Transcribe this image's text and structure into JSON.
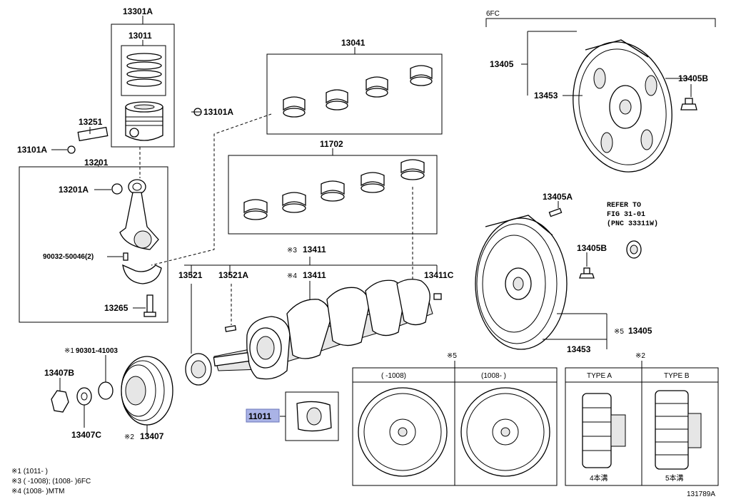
{
  "labels": {
    "l13301A": "13301A",
    "l13011": "13011",
    "l13101A_r": "13101A",
    "l13251": "13251",
    "l13101A_l": "13101A",
    "l13201": "13201",
    "l13201A": "13201A",
    "l90032": "90032-50046(2)",
    "l13265": "13265",
    "l13041": "13041",
    "l11702": "11702",
    "l13411_3": "13411",
    "l13411_4": "13411",
    "l13411C": "13411C",
    "l13521": "13521",
    "l13521A": "13521A",
    "l90301": "90301-41003",
    "l13407B": "13407B",
    "l13407C": "13407C",
    "l13407": "13407",
    "l11011": "11011",
    "l6FC": "6FC",
    "l13405_top": "13405",
    "l13453_top": "13453",
    "l13405B_top": "13405B",
    "l13405A": "13405A",
    "l13405B_mid": "13405B",
    "l13405_bot": "13405",
    "l13453_bot": "13453",
    "refer1": "REFER TO",
    "refer2": "FIG 31-01",
    "refer3": "(PNC 33311W)",
    "note5": "※5",
    "note2": "※2",
    "pre3": "※3",
    "pre4": "※4",
    "pre1": "※1",
    "pre2": "※2",
    "pre5": "※5",
    "col_a": "(    -1008)",
    "col_b": "(1008-     )",
    "typeA": "TYPE A",
    "typeB": "TYPE B",
    "groove4": "4本溝",
    "groove5": "5本溝",
    "fn1": "※1  (1011-       )",
    "fn3": "※3  (      -1008); (1008-       )6FC",
    "fn4": "※4  (1008-       )MTM",
    "code": "131789A"
  }
}
